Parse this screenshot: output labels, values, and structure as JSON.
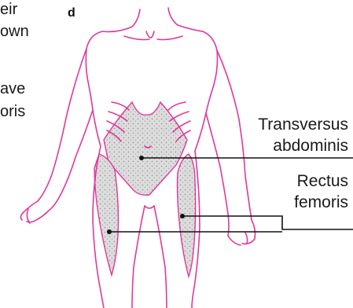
{
  "text_fragments": {
    "line1": "eir",
    "line2": "own",
    "line3": "ave",
    "line4": "oris"
  },
  "panel_letter": "d",
  "labels": {
    "transversus_line1": "Transversus",
    "transversus_line2": "abdominis",
    "rectus_line1": "Rectus",
    "rectus_line2": "femoris"
  },
  "colors": {
    "outline": "#e0389a",
    "muscle_fill": "#d6d6d6",
    "leader_line": "#111111",
    "text": "#1a1a1a"
  }
}
